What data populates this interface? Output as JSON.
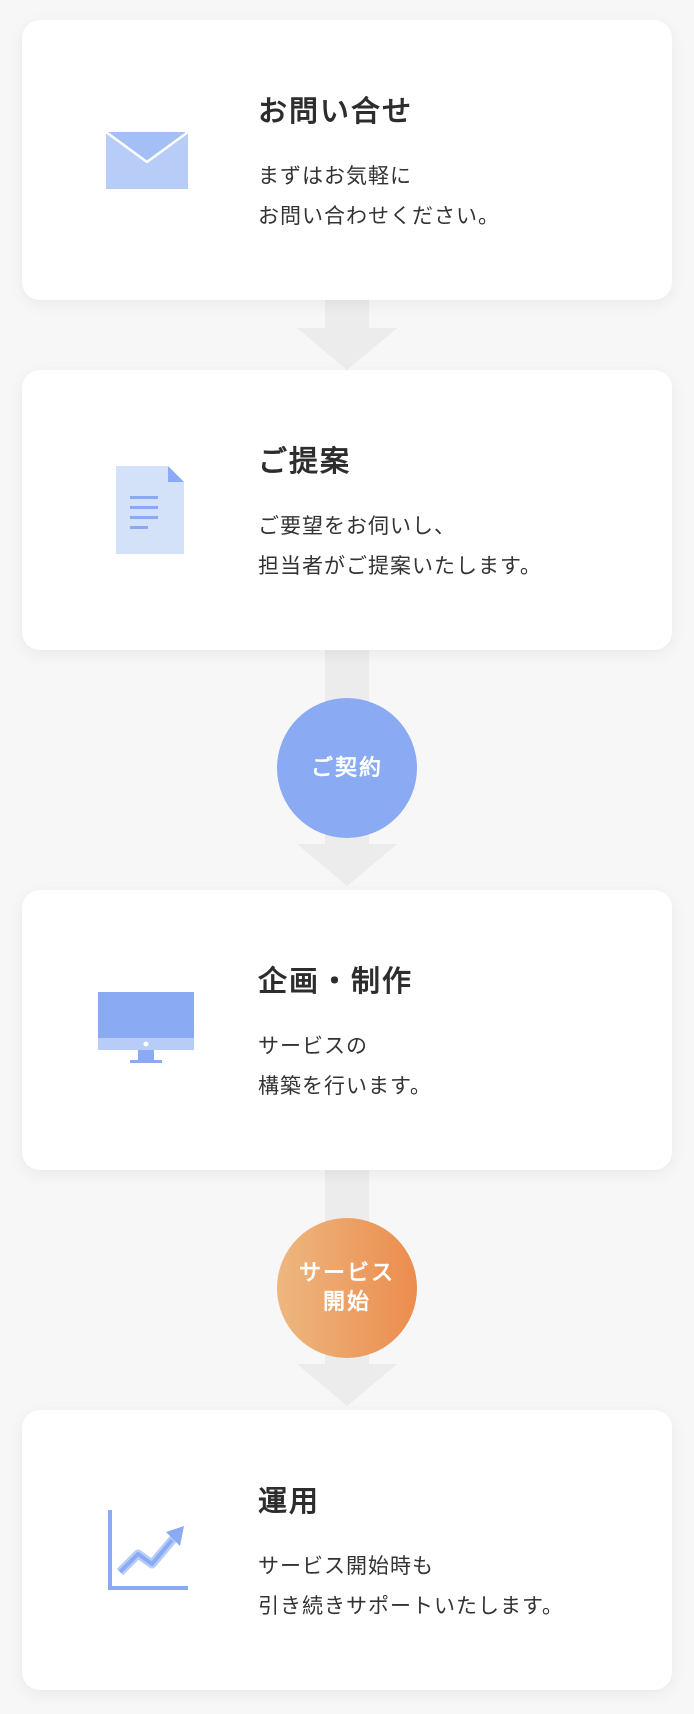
{
  "steps": [
    {
      "title": "お問い合せ",
      "desc_lines": [
        "まずはお気軽に",
        "お問い合わせください。"
      ],
      "icon": "envelope-icon"
    },
    {
      "title": "ご提案",
      "desc_lines": [
        "ご要望をお伺いし、",
        "担当者がご提案いたします。"
      ],
      "icon": "document-icon"
    },
    {
      "title": "企画・制作",
      "desc_lines": [
        "サービスの",
        "構築を行います。"
      ],
      "icon": "monitor-icon"
    },
    {
      "title": "運用",
      "desc_lines": [
        "サービス開始時も",
        "引き続きサポートいたします。"
      ],
      "icon": "growth-chart-icon"
    }
  ],
  "milestones": [
    {
      "lines": [
        "ご契約"
      ],
      "color": "#8aaaf3"
    },
    {
      "lines": [
        "サービス",
        "開始"
      ],
      "color_start": "#edb77f",
      "color_end": "#ec8c4e"
    }
  ],
  "colors": {
    "icon_light": "#b7cdf7",
    "icon_mid": "#8aaaf3",
    "page_bg": "#f7f7f7",
    "connector": "#ececec"
  }
}
